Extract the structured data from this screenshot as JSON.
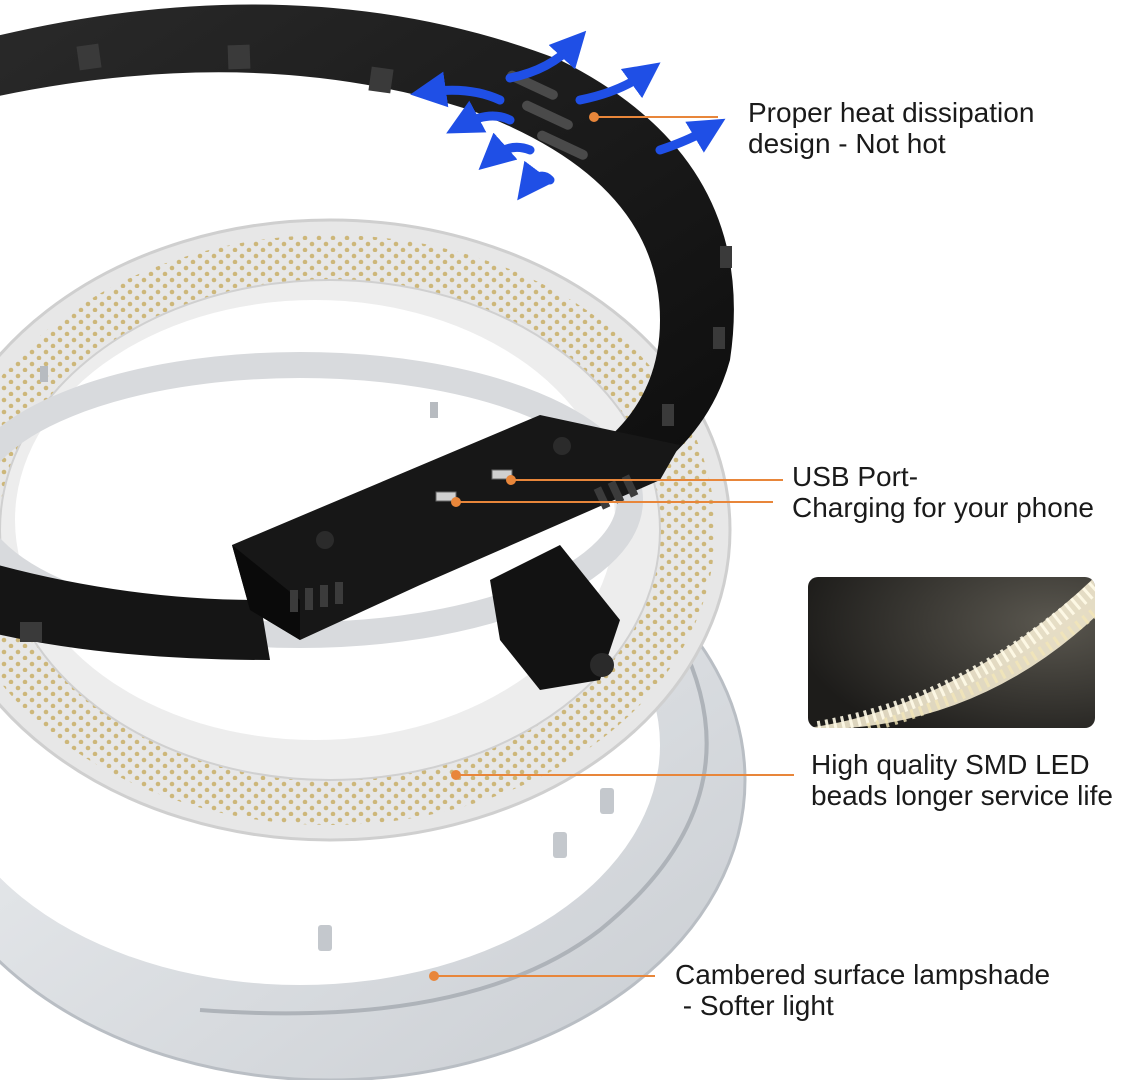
{
  "labels": {
    "heat": {
      "line1": "Proper heat dissipation",
      "line2": "design - Not hot"
    },
    "usb": {
      "line1": "USB Port-",
      "line2": "Charging for your phone"
    },
    "led": {
      "line1": "High quality SMD LED",
      "line2": "beads longer service life"
    },
    "shade": {
      "line1": "Cambered surface lampshade",
      "line2": " - Softer light"
    }
  },
  "colors": {
    "leader_line": "#e8863a",
    "airflow_arrow": "#1f4fe6",
    "ring_housing": "#151515",
    "led_bead": "#d9c48a",
    "led_board": "#e9e9e9",
    "lampshade": "#dcdfe3"
  }
}
